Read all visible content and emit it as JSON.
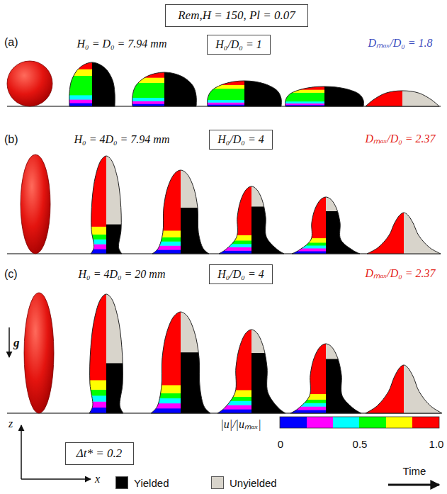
{
  "diagram": {
    "nodes": [
      {
        "text": [
          "Rem,H = 150, Pl = 0.07"
        ]
      },
      {
        "text": [
          "H₀/D₀ = 1"
        ]
      },
      {
        "text": [
          "H₀/D₀ = 4"
        ]
      },
      {
        "text": [
          "H₀/D₀ = 4"
        ]
      },
      {
        "text": [
          "Δt* = 0.2"
        ]
      }
    ],
    "edges": [],
    "labels": [
      "(a)",
      "H₀ = D₀ = 7.94 mm",
      "Dₘₐₓ/D₀ = 1.8",
      "(b)",
      "H₀ = 4D₀ = 7.94 mm",
      "Dₘₐₓ/D₀ = 2.37",
      "(c)",
      "H₀ = 4D₀ = 20 mm",
      "Dₘₐₓ/D₀ = 2.37",
      "g",
      "z",
      "x",
      "|u|/|uₘₐₓ|",
      "0",
      "0.5",
      "1.0",
      "Time"
    ],
    "legend": [
      {
        "text": "Yielded",
        "color": "#000000"
      },
      {
        "text": "Unyielded",
        "color": "#d8d4cb"
      }
    ]
  }
}
